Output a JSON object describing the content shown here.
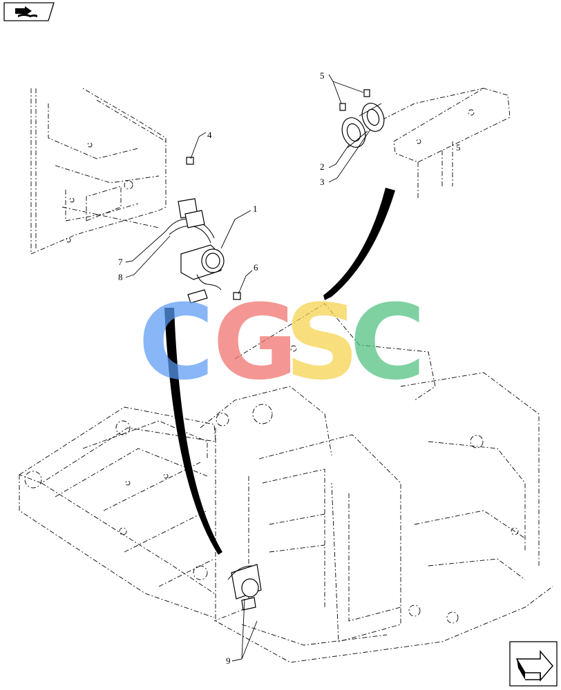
{
  "callouts": [
    {
      "id": "callout-1",
      "label": "1"
    },
    {
      "id": "callout-2",
      "label": "2"
    },
    {
      "id": "callout-3",
      "label": "3"
    },
    {
      "id": "callout-4",
      "label": "4"
    },
    {
      "id": "callout-5",
      "label": "5"
    },
    {
      "id": "callout-6",
      "label": "6"
    },
    {
      "id": "callout-7",
      "label": "7"
    },
    {
      "id": "callout-8",
      "label": "8"
    },
    {
      "id": "callout-9",
      "label": "9"
    }
  ],
  "watermark": {
    "letters": [
      "C",
      "G",
      "S",
      "C"
    ],
    "colors": [
      "#5b9bf5",
      "#f1706b",
      "#f6d24a",
      "#4fc07f"
    ]
  },
  "icons": {
    "top_left": "book-with-arrow-icon",
    "bottom_right": "next-page-arrow-icon"
  }
}
